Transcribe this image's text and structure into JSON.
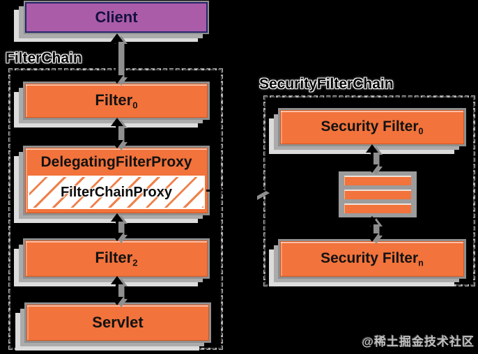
{
  "diagram": {
    "background": "#000000",
    "client": {
      "label": "Client"
    },
    "filter_chain": {
      "title": "FilterChain",
      "filter0": {
        "label": "Filter",
        "subscript": "0"
      },
      "delegating_filter_proxy": {
        "label": "DelegatingFilterProxy"
      },
      "filter_chain_proxy": {
        "label": "FilterChainProxy"
      },
      "filter2": {
        "label": "Filter",
        "subscript": "2"
      },
      "servlet": {
        "label": "Servlet"
      }
    },
    "security_filter_chain": {
      "title": "SecurityFilterChain",
      "security_filter0": {
        "label": "Security Filter",
        "subscript": "0"
      },
      "security_filtern": {
        "label": "Security Filter",
        "subscript": "n"
      },
      "ellipsis_bar_count": 3
    },
    "colors": {
      "box_orange": "#F2733B",
      "client_purple": "#AA5CA9",
      "shadow_medium": "#8F8F8F",
      "shadow_light": "#DCDCDC",
      "panel_gray": "#9C9C9C",
      "hatch_stripe": "#EF8049"
    },
    "watermark": {
      "label": "@稀土掘金技术社区"
    }
  }
}
